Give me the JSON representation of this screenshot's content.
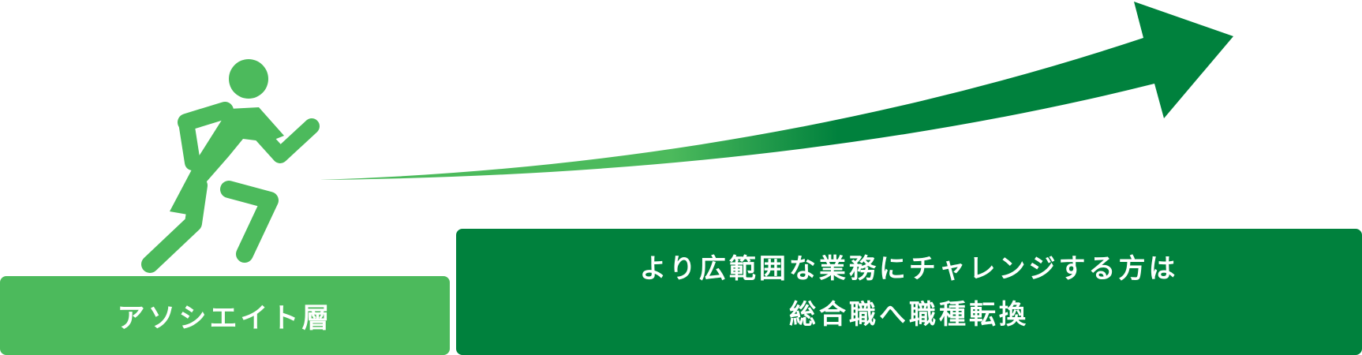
{
  "level": {
    "label": "アソシエイト層",
    "color": "#4cba5c"
  },
  "goal": {
    "lines": [
      "より広範囲な業務にチャレンジする方は",
      "総合職へ職種転換"
    ],
    "color": "#00813d"
  },
  "arrow": {
    "gradient_start": "#4cba5c",
    "gradient_end": "#00813d",
    "icon": "upward-curved-arrow-icon"
  },
  "figure": {
    "icon": "running-person-icon",
    "color": "#4cba5c"
  }
}
